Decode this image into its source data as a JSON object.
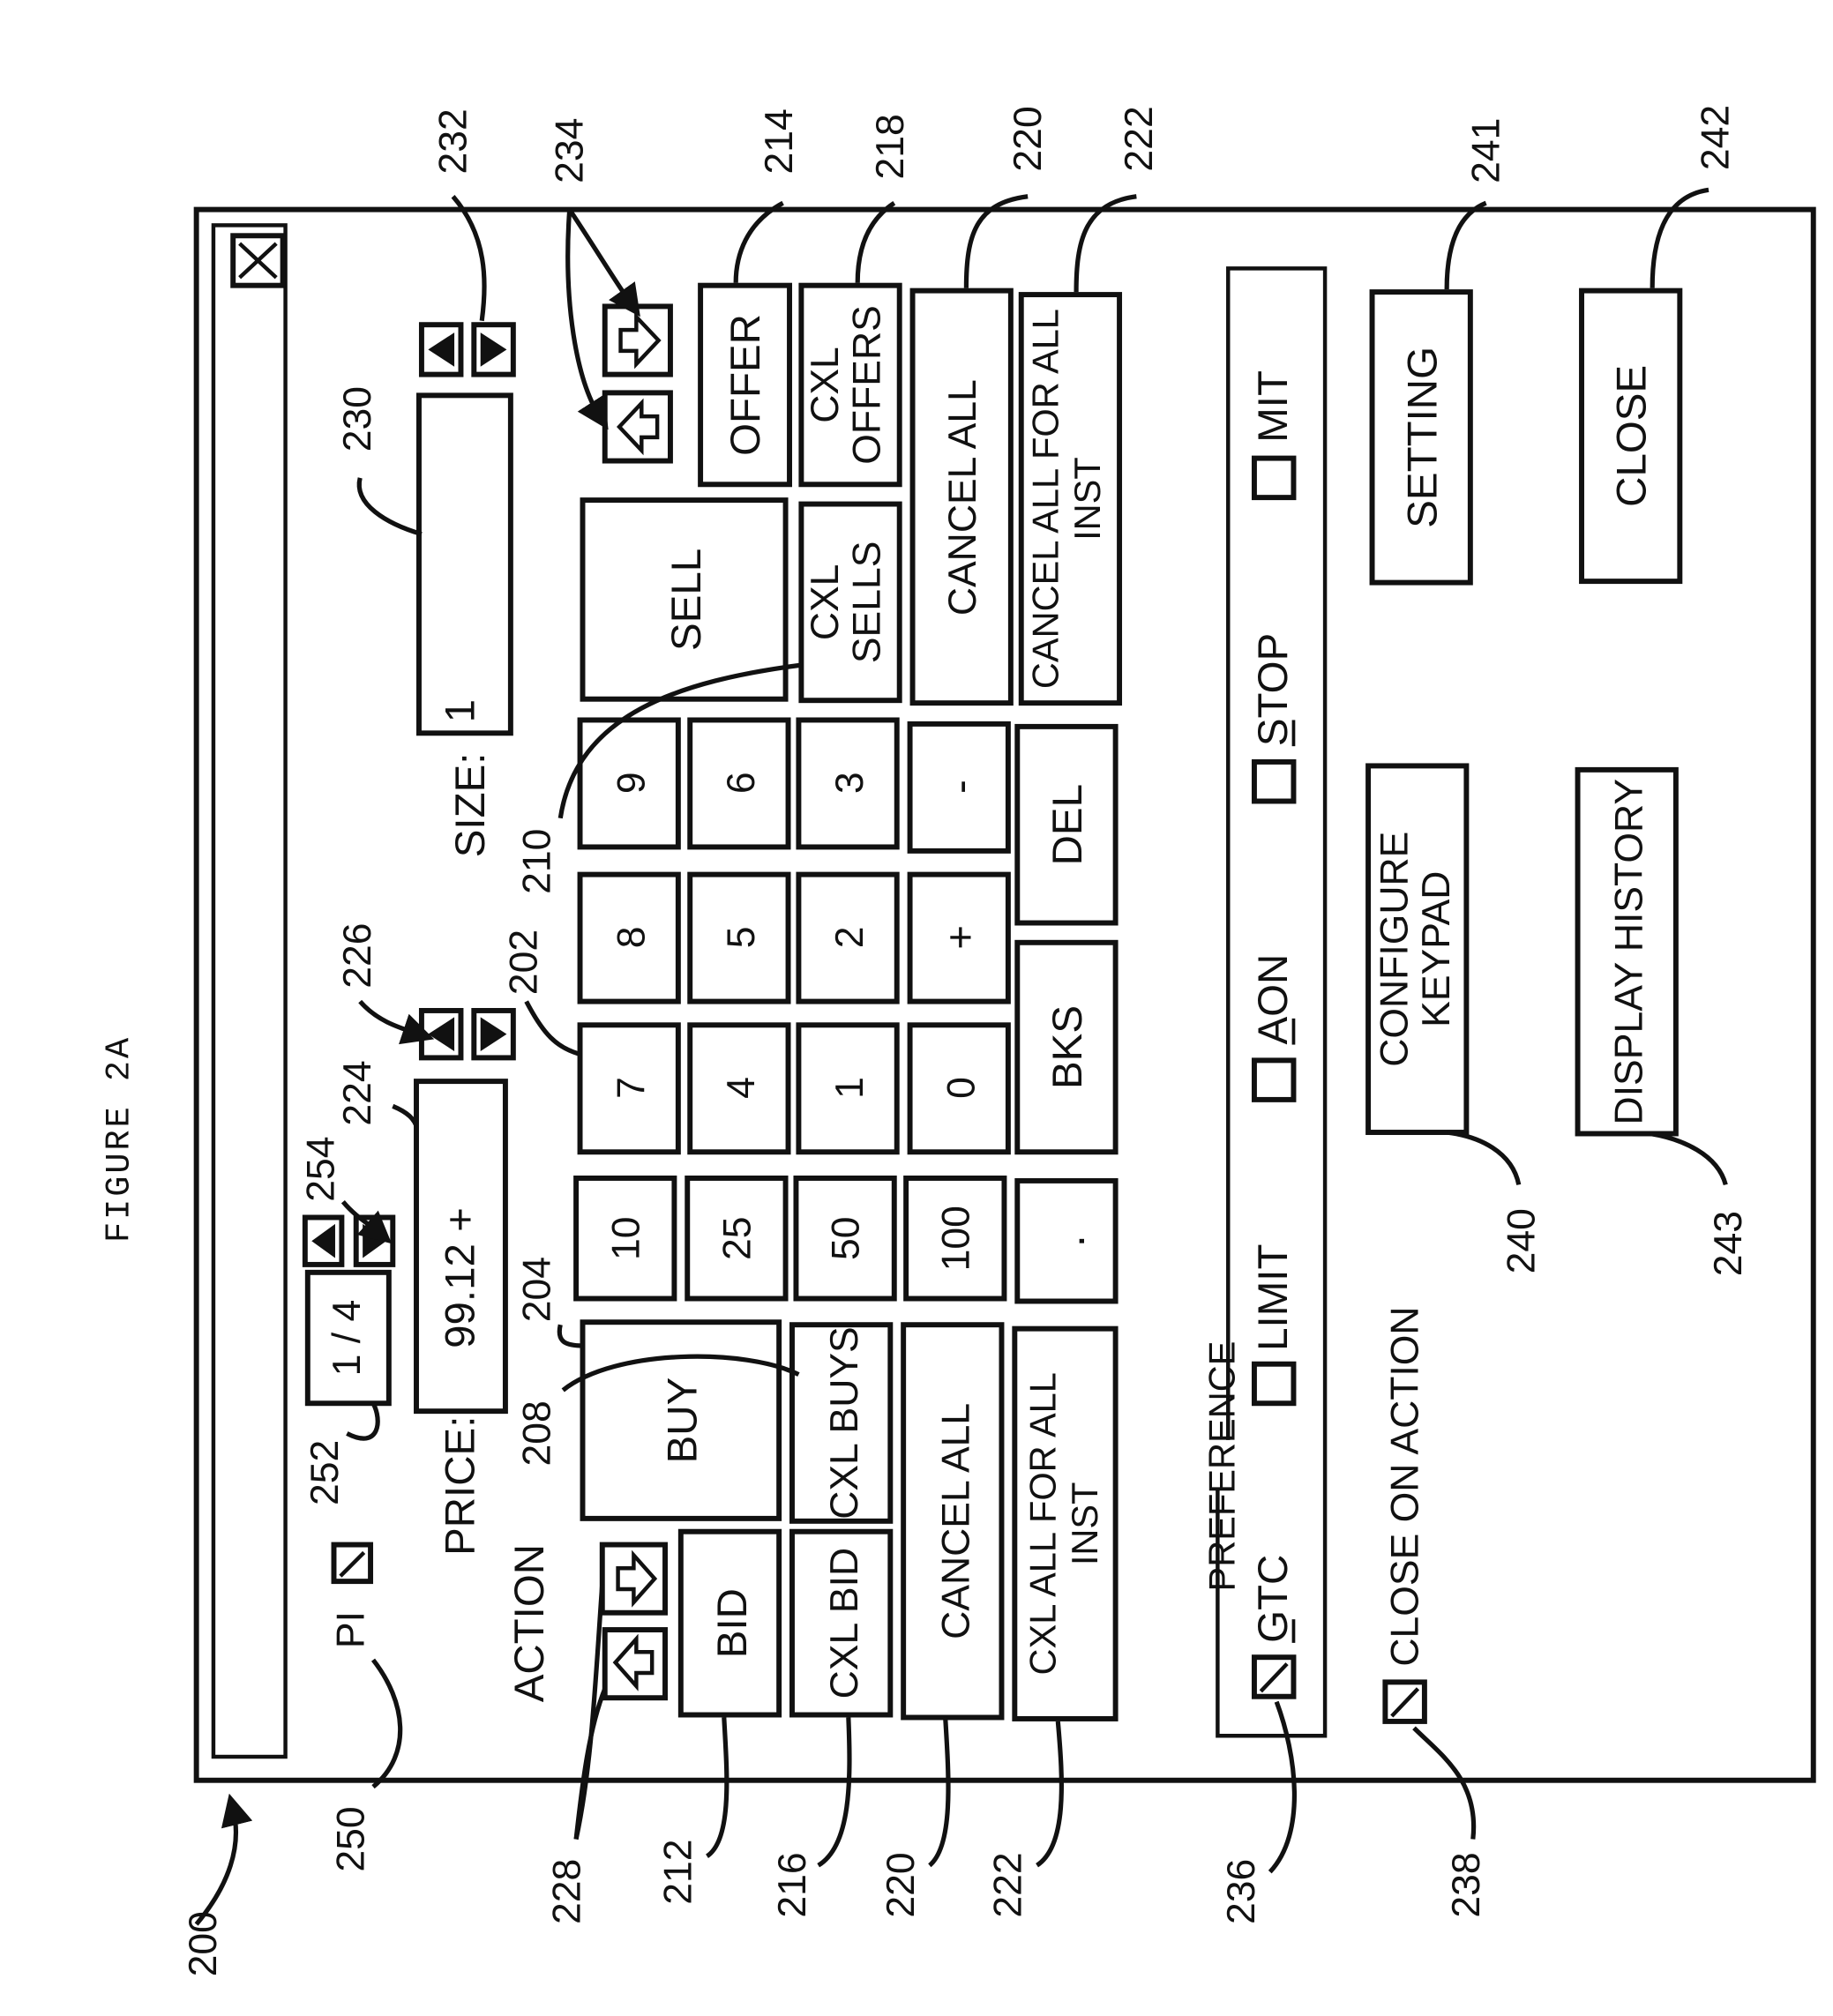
{
  "figure_title": "FIGURE 2A",
  "window": {
    "close_glyph": "close-x-icon",
    "pi_label": "PI",
    "pi_checked": true,
    "tick_fraction": "1 / 4",
    "price_label": "PRICE:",
    "price_value": "99.12 +",
    "size_label": "SIZE:",
    "size_value": "1",
    "action_label": "ACTION",
    "buttons": {
      "buy": "BUY",
      "sell": "SELL",
      "bid": "BID",
      "offer": "OFFER",
      "cxl_bid": "CXL BID",
      "cxl_buys": "CXL BUYS",
      "cxl_sells_1": "CXL",
      "cxl_sells_2": "SELLS",
      "cxl_offers_1": "CXL",
      "cxl_offers_2": "OFFERS",
      "cancel_all_left": "CANCEL ALL",
      "cancel_all_right": "CANCEL ALL",
      "cxl_all_inst_1": "CXL ALL FOR ALL",
      "cxl_all_inst_2": "INST",
      "cancel_all_inst_1": "CANCEL ALL FOR ALL",
      "cancel_all_inst_2": "INST",
      "configure_keypad_1": "CONFIGURE",
      "configure_keypad_2": "KEYPAD",
      "display_history": "DISPLAY HISTORY",
      "setting": "SETTING",
      "close": "CLOSE"
    },
    "keypad": {
      "q10": "10",
      "q25": "25",
      "q50": "50",
      "q100": "100",
      "dot": ".",
      "k7": "7",
      "k8": "8",
      "k9": "9",
      "k4": "4",
      "k5": "5",
      "k6": "6",
      "k1": "1",
      "k2": "2",
      "k3": "3",
      "k0": "0",
      "plus": "+",
      "minus": "-",
      "bks": "BKS",
      "del": "DEL"
    },
    "preference": {
      "title": "PREFERENCE",
      "gtc": "GTC",
      "gtc_checked": true,
      "limit": "LIMIT",
      "limit_checked": false,
      "aon": "AON",
      "aon_checked": false,
      "stop": "STOP",
      "stop_checked": false,
      "mit": "MIT",
      "mit_checked": false
    },
    "close_on_action": {
      "label": "CLOSE ON ACTION",
      "checked": true
    }
  },
  "reference_numerals": {
    "n200": "200",
    "n202": "202",
    "n204": "204",
    "n208": "208",
    "n210": "210",
    "n212": "212",
    "n214": "214",
    "n216": "216",
    "n218": "218",
    "n220a": "220",
    "n220b": "220",
    "n222a": "222",
    "n222b": "222",
    "n224": "224",
    "n226": "226",
    "n228": "228",
    "n230": "230",
    "n232": "232",
    "n234": "234",
    "n236": "236",
    "n238": "238",
    "n240": "240",
    "n241": "241",
    "n242": "242",
    "n243": "243",
    "n250": "250",
    "n252": "252",
    "n254": "254"
  }
}
